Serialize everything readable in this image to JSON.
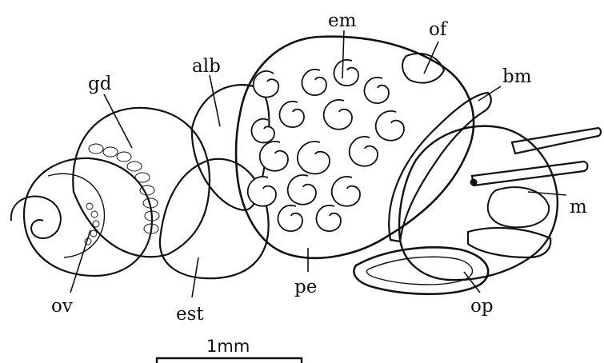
{
  "labels": {
    "em": "em",
    "of": "of",
    "gd": "gd",
    "alb": "alb",
    "bm": "bm",
    "m": "m",
    "ov": "ov",
    "est": "est",
    "pe": "pe",
    "op": "op"
  },
  "scale_bar": {
    "label": "1mm"
  }
}
